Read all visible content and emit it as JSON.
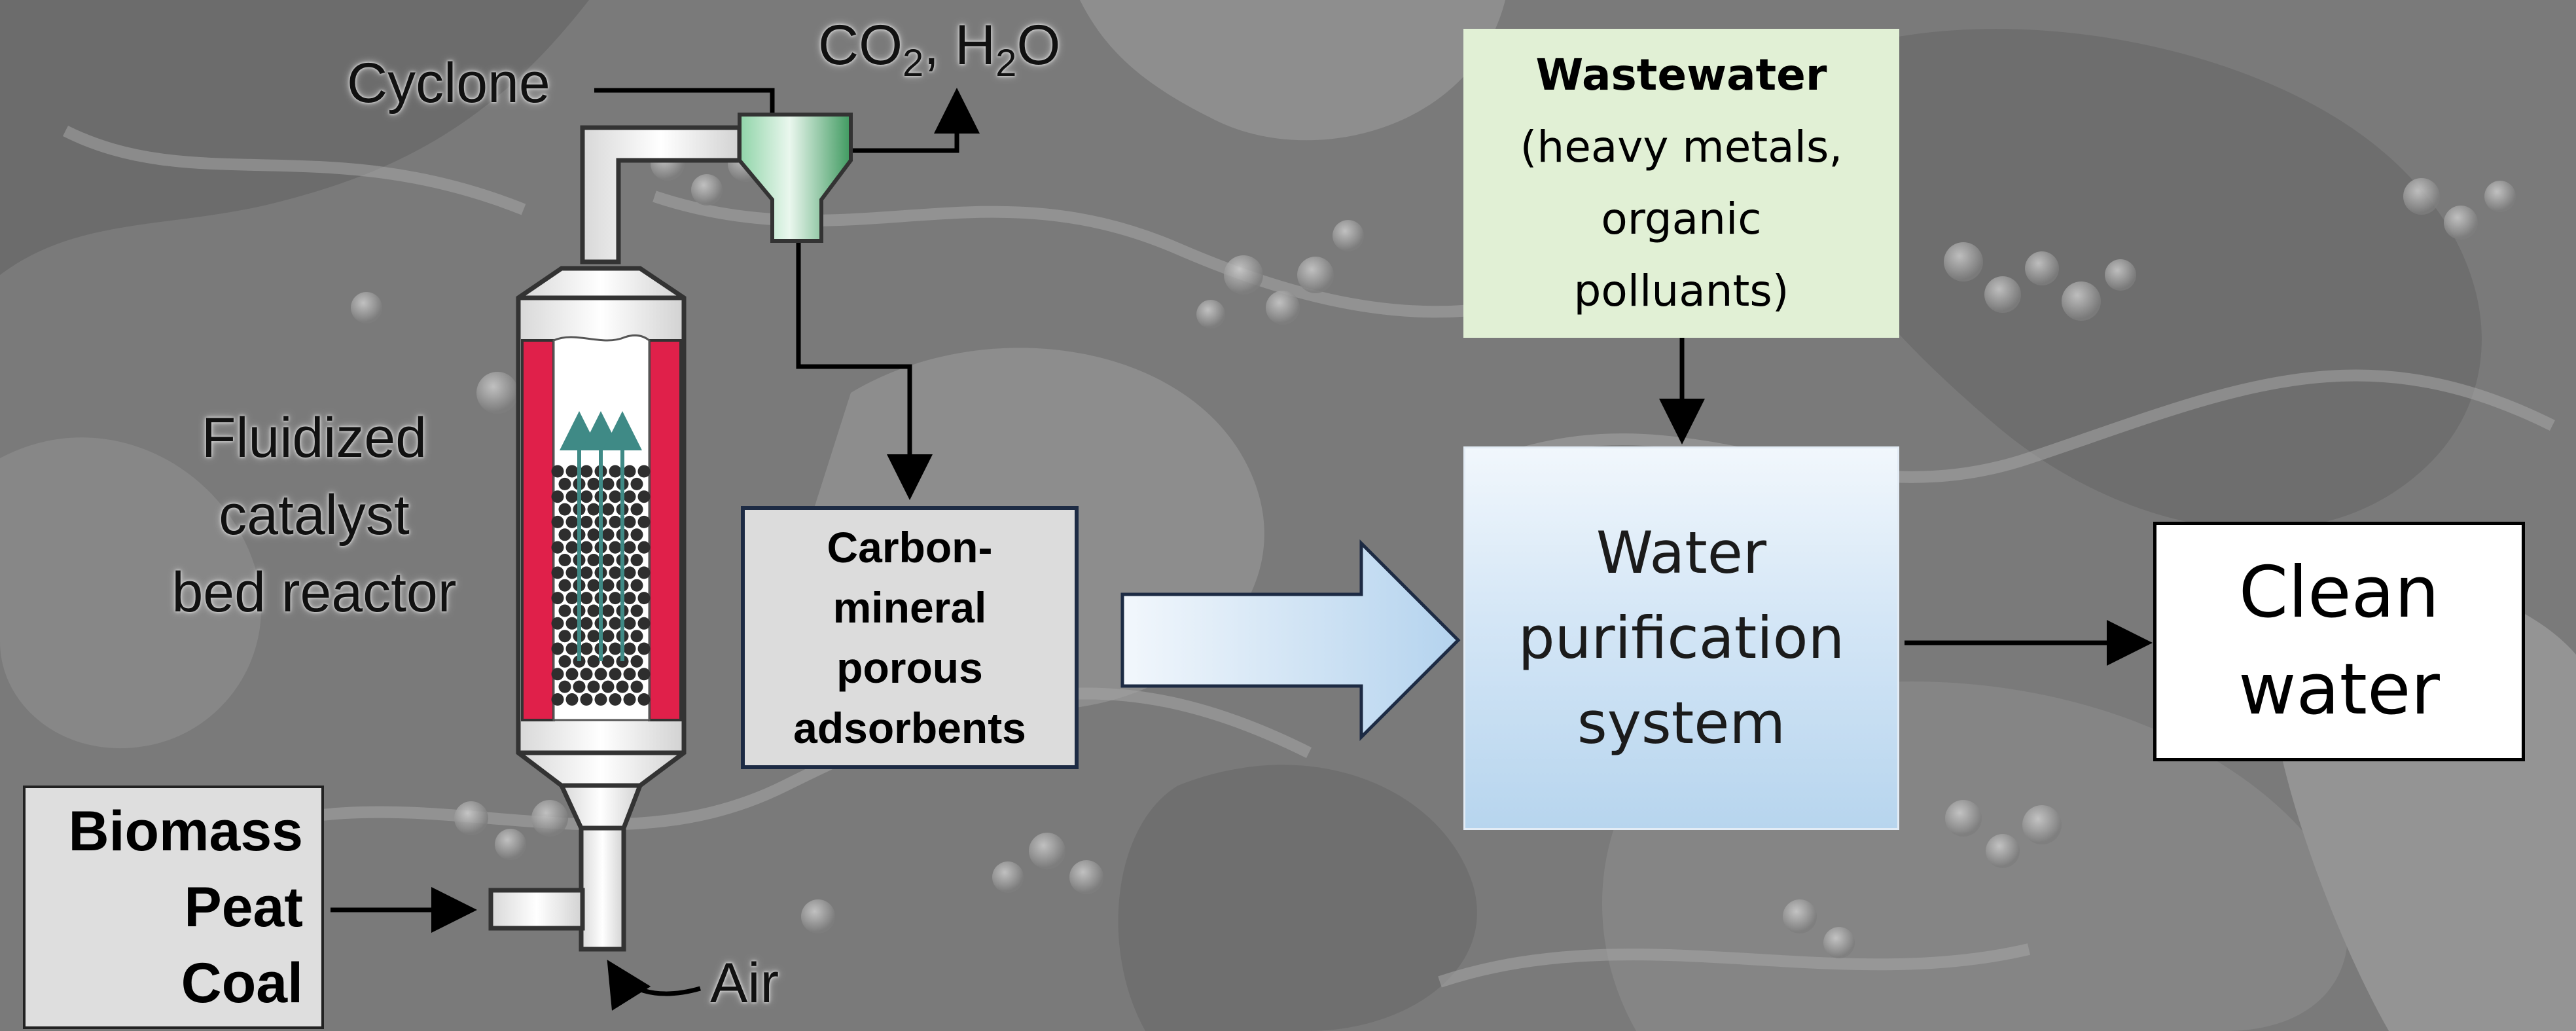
{
  "labels": {
    "cyclone": "Cyclone",
    "exhaust": {
      "co": "CO",
      "co_sub": "2",
      "sep": ", H",
      "h_sub": "2",
      "o": "O"
    },
    "reactor": [
      "Fluidized",
      "catalyst",
      "bed reactor"
    ],
    "air": "Air"
  },
  "feed_box": {
    "lines": [
      "Biomass",
      "Peat",
      "Coal"
    ]
  },
  "adsorbent_box": {
    "lines": [
      "Carbon-",
      "mineral",
      "porous",
      "adsorbents"
    ]
  },
  "waste_box": {
    "title": "Wastewater",
    "lines": [
      "(heavy metals,",
      "organic",
      "polluants)"
    ]
  },
  "purify_box": {
    "lines": [
      "Water",
      "purification",
      "system"
    ]
  },
  "clean_box": {
    "lines": [
      "Clean",
      "water"
    ]
  },
  "colors": {
    "reactor_wall": "#e0204a",
    "cyclone": "#7ecb99",
    "flow_arrow_light": "#f2f7fc",
    "flow_arrow_dark": "#b4d3ee",
    "gas_arrows": "#3f8a86",
    "catalyst_particles": "#2e2e2e"
  },
  "icons": [
    "fluidized-bed-reactor-icon",
    "cyclone-separator-icon",
    "block-flow-arrow-icon"
  ]
}
